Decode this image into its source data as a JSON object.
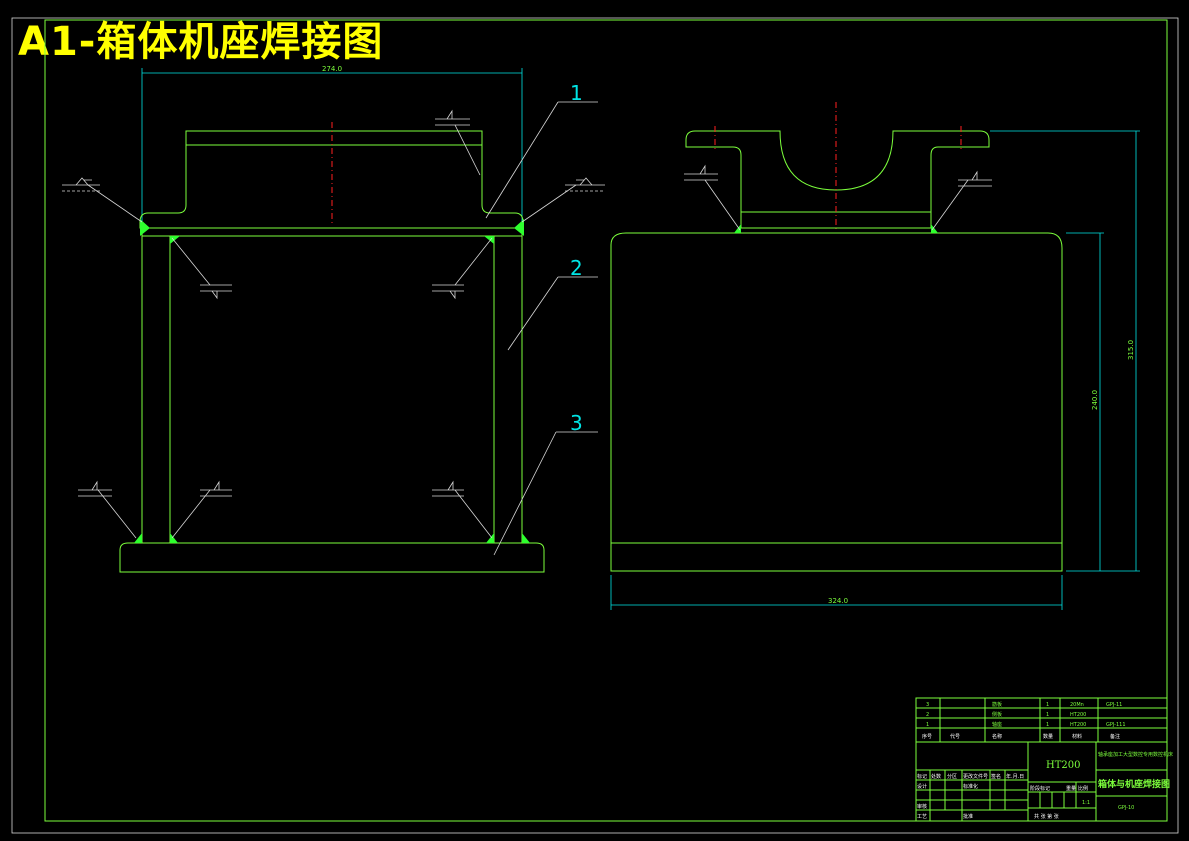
{
  "title": "A1-箱体机座焊接图",
  "dimensions": {
    "top_width": "274.0",
    "right_width": "324.0",
    "height_inner": "240.0",
    "height_total": "315.0"
  },
  "part_labels": [
    "1",
    "2",
    "3"
  ],
  "title_block": {
    "material": "HT200",
    "drawing_name": "箱体与机座焊接图",
    "drawing_code": "GPJ-10",
    "organization": "轴承座加工大型数控专用数控机床",
    "scale": "1:1",
    "parts_list": [
      {
        "no": "3",
        "name": "筋板",
        "qty": "1",
        "material": "20Mn",
        "code": "GPJ-11"
      },
      {
        "no": "2",
        "name": "侧板",
        "qty": "1",
        "material": "HT200",
        "code": ""
      },
      {
        "no": "1",
        "name": "轴座",
        "qty": "1",
        "material": "HT200",
        "code": "GPJ-111"
      }
    ],
    "header": {
      "no": "序号",
      "code": "代号",
      "name": "名称",
      "qty": "数量",
      "material": "材料",
      "note": "备注"
    },
    "labels": {
      "mark": "标记",
      "count": "处数",
      "zone": "分区",
      "change_doc": "更改文件号",
      "sign": "签名",
      "date": "年.月.日",
      "design": "设计",
      "standard": "标准化",
      "stage": "阶段标记",
      "weight": "重量",
      "ratio": "比例",
      "review": "审核",
      "process": "工艺",
      "approve": "批准",
      "sheet": "共 张 第 张"
    }
  }
}
